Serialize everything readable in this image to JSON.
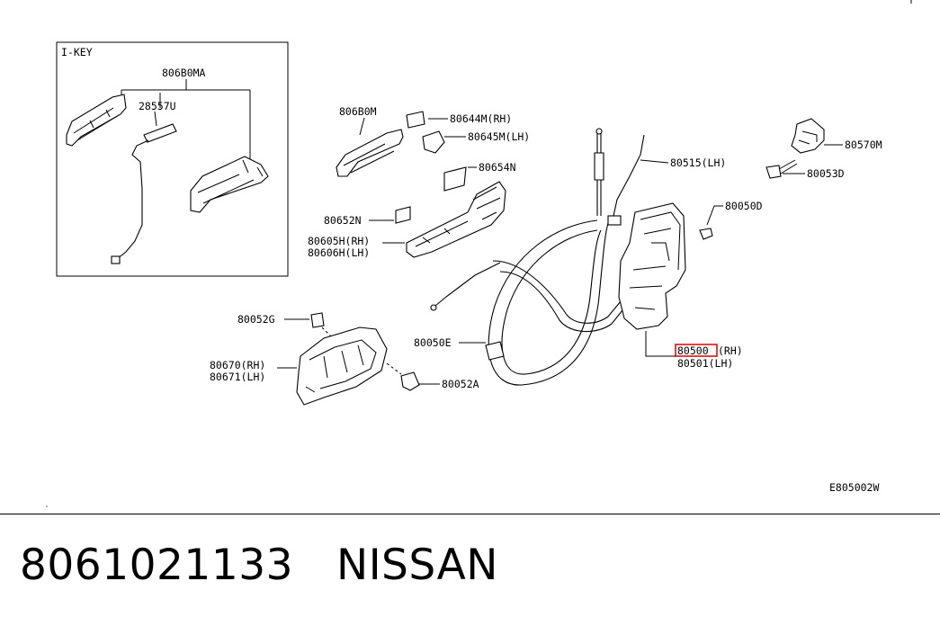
{
  "diagram": {
    "inset_title": "I-KEY",
    "parts": {
      "p806B0MA": "806B0MA",
      "p28557U": "28557U",
      "p806B0M": "806B0M",
      "p80644M": "80644M(RH)",
      "p80645M": "80645M(LH)",
      "p80654N": "80654N",
      "p80652N": "80652N",
      "p80605H": "80605H(RH)",
      "p80606H": "80606H(LH)",
      "p80515": "80515(LH)",
      "p80570M": "80570M",
      "p80053D": "80053D",
      "p80050D": "80050D",
      "p80052G": "80052G",
      "p80670": "80670(RH)",
      "p80671": "80671(LH)",
      "p80050E": "80050E",
      "p80052A": "80052A",
      "p80500_code": "80500",
      "p80500_side": "(RH)",
      "p80501": "80501(LH)"
    },
    "figure_code": "E805002W",
    "highlight_color": "#e00000"
  },
  "footer": {
    "part_number": "8061021133",
    "brand": "NISSAN"
  }
}
